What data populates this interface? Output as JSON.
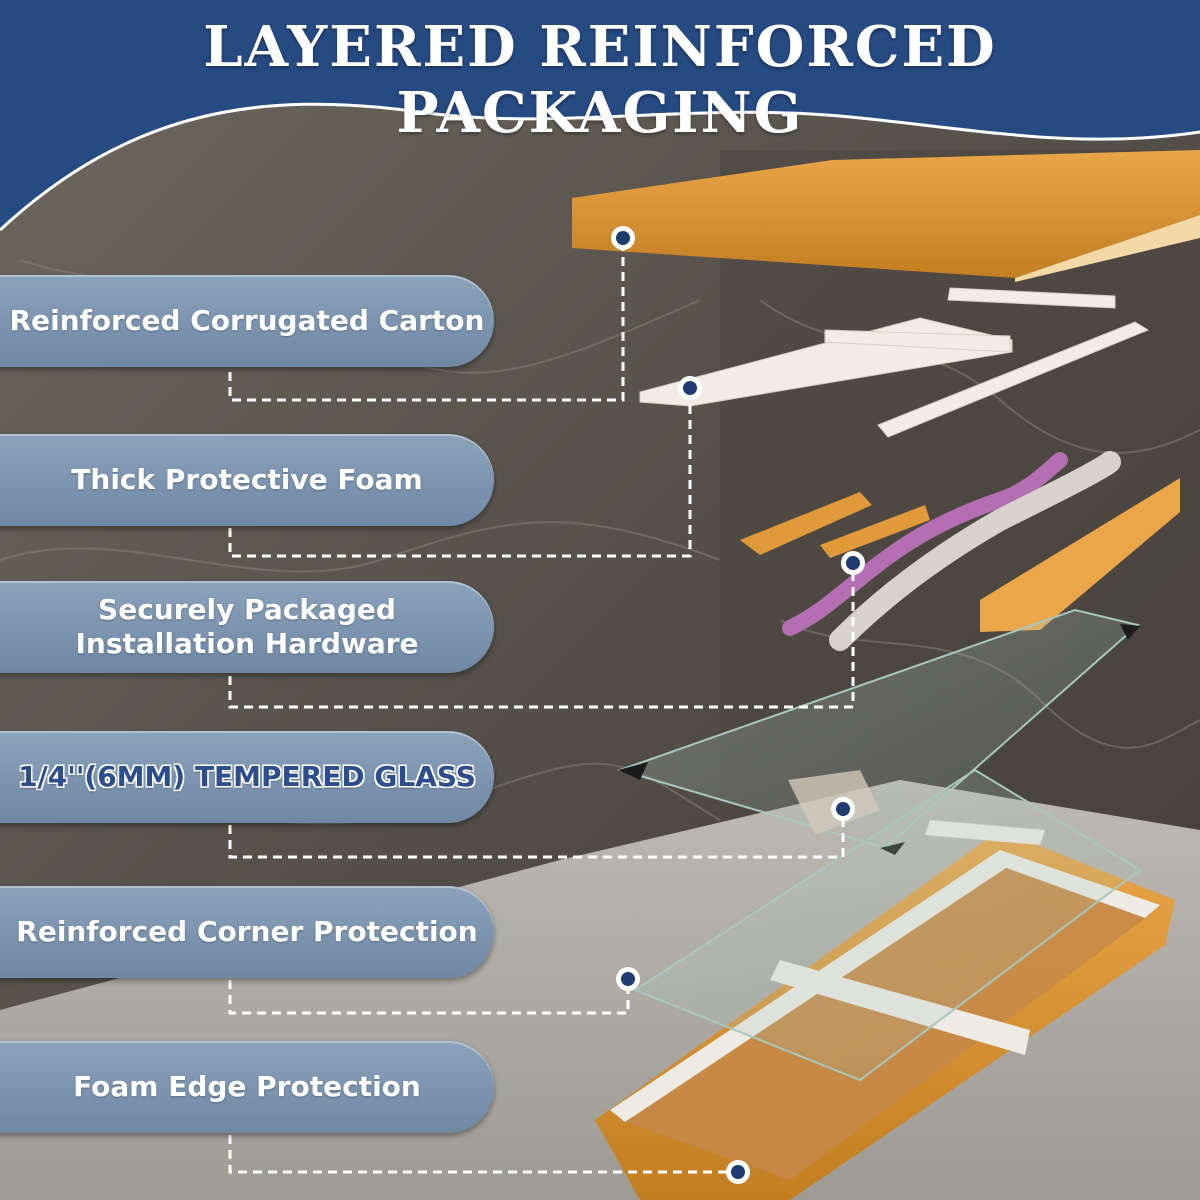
{
  "title": "LAYERED REINFORCED PACKAGING",
  "colors": {
    "banner": "#264a82",
    "pill_top": "#8ba2bb",
    "pill_bottom": "#6f88a4",
    "glass_text": "#2e4d8c",
    "carton": "#d9912e",
    "dot": "#1f3a6e"
  },
  "labels": [
    {
      "id": "carton",
      "text": "Reinforced Corrugated Carton"
    },
    {
      "id": "foam",
      "text": "Thick Protective Foam"
    },
    {
      "id": "hardware",
      "text": "Securely Packaged\nInstallation Hardware"
    },
    {
      "id": "glass",
      "text": "1/4''(6MM) TEMPERED GLASS"
    },
    {
      "id": "corner",
      "text": "Reinforced Corner Protection"
    },
    {
      "id": "edge",
      "text": "Foam Edge Protection"
    }
  ]
}
